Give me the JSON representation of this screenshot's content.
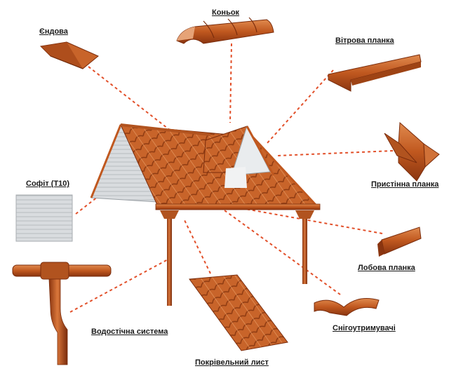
{
  "labels": {
    "ridge": "Коньок",
    "valley": "Єндова",
    "wind_bar": "Вітрова планка",
    "wall_bar": "Пристінна планка",
    "soffit": "Софіт (Т10)",
    "fascia": "Лобова планка",
    "snow_guards": "Снігоутримувачі",
    "gutter": "Водостічна система",
    "roof_sheet": "Покрівельний лист"
  },
  "colors": {
    "tile": "#c8642a",
    "tile_dark": "#8e3b12",
    "tile_light": "#e3925a",
    "leader": "#e2502a",
    "soffit": "#d9dcdf",
    "text": "#1a1a1a"
  }
}
